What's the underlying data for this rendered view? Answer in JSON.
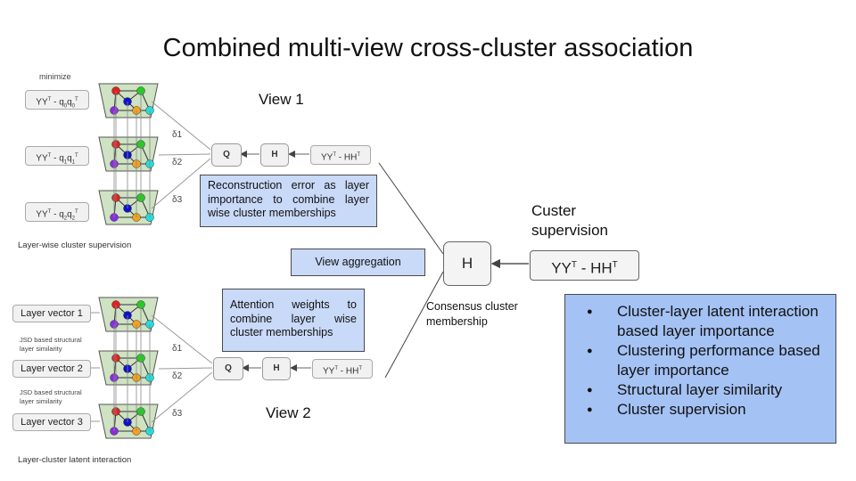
{
  "title": "Combined multi-view cross-cluster association",
  "view1": {
    "label": "View 1",
    "minimize_label": "minimize",
    "loss_terms": [
      {
        "base": "YY",
        "sup": "T",
        "rest": " - q",
        "sub1": "0",
        "mid": "q",
        "sub2": "0",
        "sup2": "T"
      },
      {
        "base": "YY",
        "sup": "T",
        "rest": " - q",
        "sub1": "1",
        "mid": "q",
        "sub2": "1",
        "sup2": "T"
      },
      {
        "base": "YY",
        "sup": "T",
        "rest": " - q",
        "sub1": "2",
        "mid": "q",
        "sub2": "2",
        "sup2": "T"
      }
    ],
    "deltas": [
      "δ1",
      "δ2",
      "δ3"
    ],
    "q_label": "Q",
    "h_label": "H",
    "recon_term": {
      "a": "YY",
      "sup1": "T",
      "b": " - HH",
      "sup2": "T"
    },
    "caption": "Layer-wise cluster supervision",
    "note": "Reconstruction error as layer importance to combine layer wise cluster memberships"
  },
  "view2": {
    "label": "View 2",
    "layer_vectors": [
      "Layer vector 1",
      "Layer vector 2",
      "Layer vector 3"
    ],
    "jsd_label_1": "JSD based structural",
    "jsd_label_2": "layer similarity",
    "deltas": [
      "δ1",
      "δ2",
      "δ3"
    ],
    "q_label": "Q",
    "h_label": "H",
    "recon_term": {
      "a": "YY",
      "sup1": "T",
      "b": " - HH",
      "sup2": "T"
    },
    "caption": "Layer-cluster latent interaction",
    "note": "Attention weights to combine layer wise cluster memberships"
  },
  "aggregation": {
    "label": "View aggregation",
    "consensus_h": "H",
    "consensus_caption_1": "Consensus cluster",
    "consensus_caption_2": "membership",
    "supervision_title_1": "Custer",
    "supervision_title_2": "supervision",
    "supervision_term": {
      "a": "YY",
      "sup1": "T",
      "b": " - HH",
      "sup2": "T"
    }
  },
  "bullets": [
    "Cluster-layer latent interaction based layer importance",
    "Clustering performance based layer importance",
    "Structural layer similarity",
    "Cluster supervision"
  ],
  "colors": {
    "note_box": "#c9d9f8",
    "bullet_box": "#a4c2f4",
    "layer_fill": "#cfe2c3",
    "node_red": "#e02020",
    "node_green": "#22cc22",
    "node_blue": "#1010cc",
    "node_purple": "#8a2be2",
    "node_orange": "#f5a020",
    "node_cyan": "#22dddd"
  }
}
